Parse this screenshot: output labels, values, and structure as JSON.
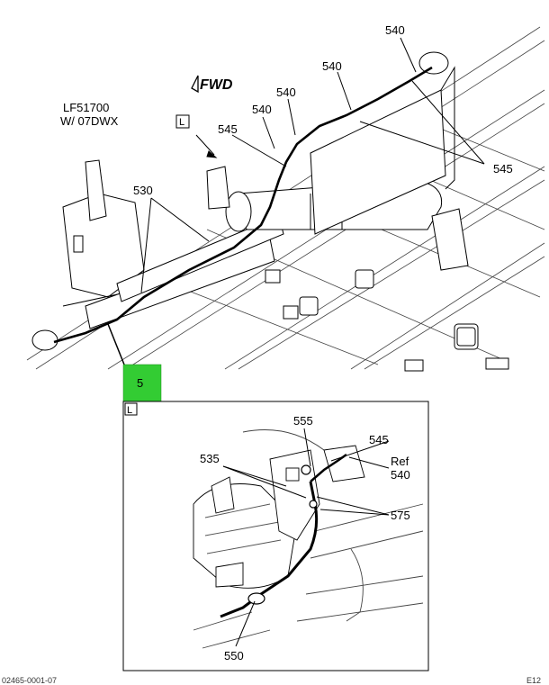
{
  "model": {
    "line1": "LF51700",
    "line2": "W/ 07DWX"
  },
  "direction": {
    "label": "FWD"
  },
  "view_tag": "L",
  "callout_box": {
    "label": "5",
    "color": "#33cc33"
  },
  "main_labels": {
    "p540_top": "540",
    "p540_b": "540",
    "p540_c": "540",
    "p540_d": "540",
    "p545_left": "545",
    "p545_right": "545",
    "p530": "530"
  },
  "detail_labels": {
    "p555": "555",
    "p545": "545",
    "ref": "Ref",
    "ref_num": "540",
    "p535": "535",
    "p575": "575",
    "p550": "550"
  },
  "footer": {
    "left": "02465-0001-07",
    "right": "E12"
  }
}
